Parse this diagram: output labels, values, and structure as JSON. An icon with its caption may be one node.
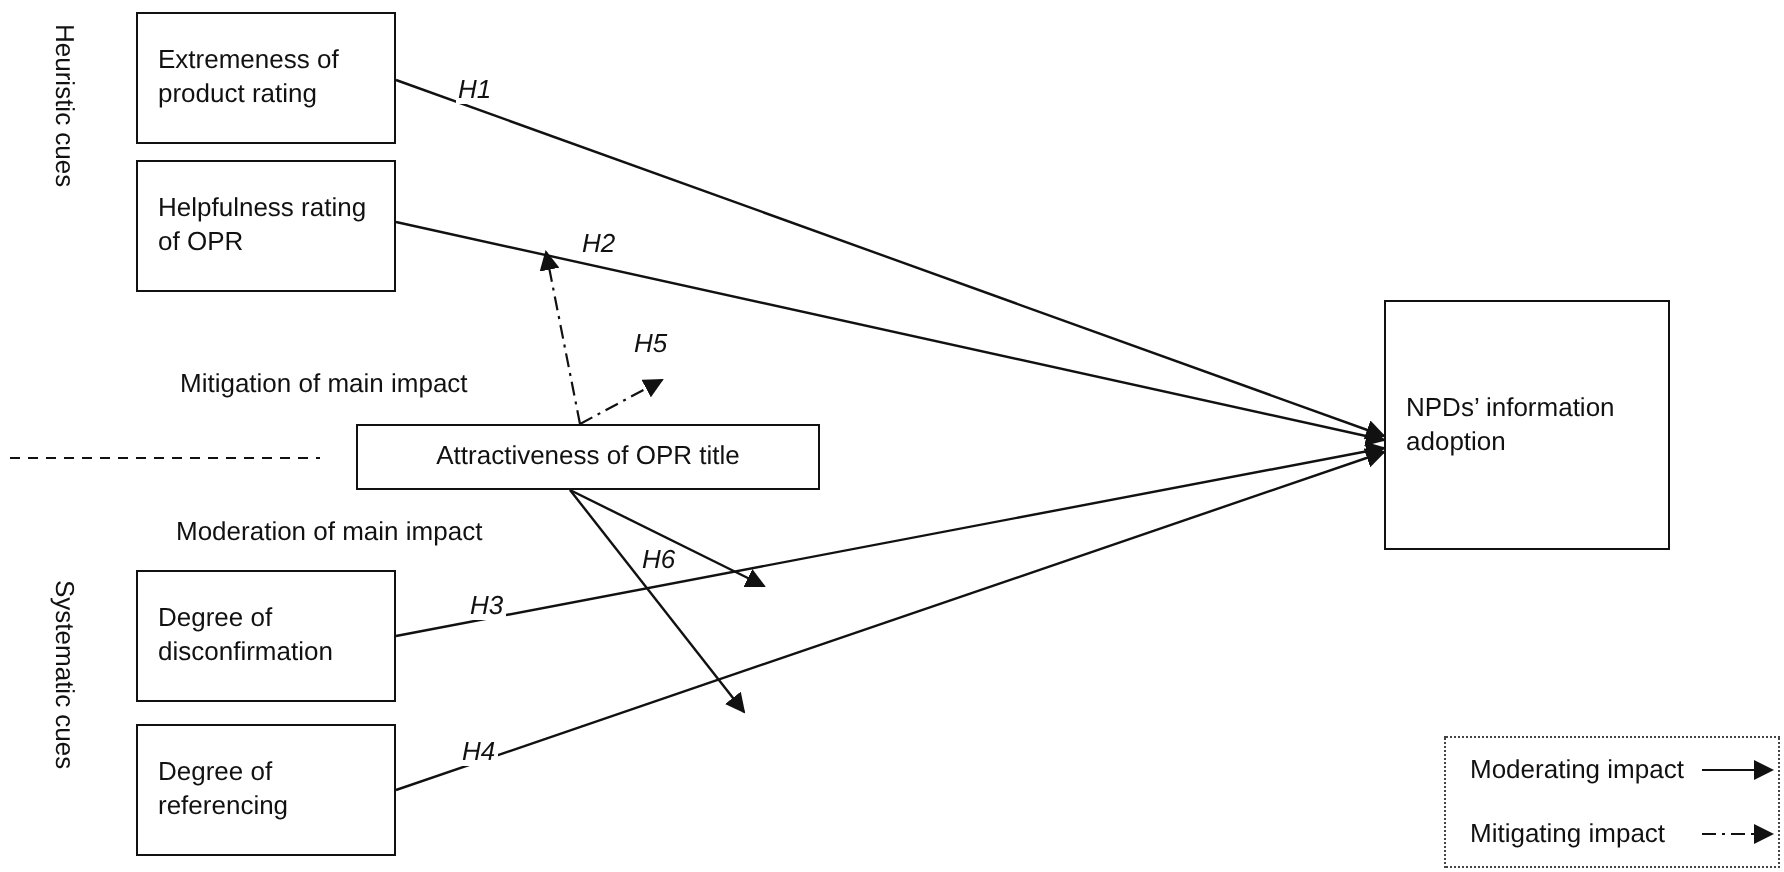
{
  "diagram": {
    "nodes": [
      {
        "text": [
          "Extremeness of product rating"
        ]
      },
      {
        "text": [
          "Helpfulness rating of OPR"
        ]
      },
      {
        "text": [
          "Attractiveness of OPR title"
        ]
      },
      {
        "text": [
          "NPDs’ information adoption"
        ]
      },
      {
        "text": [
          "Degree of disconfirmation"
        ]
      },
      {
        "text": [
          "Degree of referencing"
        ]
      }
    ],
    "edges": [
      {
        "from": 0,
        "to": 3,
        "arrow": "to",
        "label": "H1"
      },
      {
        "from": 1,
        "to": 3,
        "arrow": "to",
        "label": "H2"
      },
      {
        "from": 4,
        "to": 3,
        "arrow": "to",
        "label": "H3"
      },
      {
        "from": 5,
        "to": 3,
        "arrow": "to",
        "label": "H4"
      },
      {
        "from": 2,
        "to": null,
        "arrow": "to",
        "style": "dashed"
      },
      {
        "from": 2,
        "to": null,
        "arrow": "to",
        "style": "dashed",
        "label": "H5"
      },
      {
        "from": 2,
        "to": null,
        "arrow": "to",
        "label": "H6"
      },
      {
        "from": 2,
        "to": null,
        "arrow": "to"
      }
    ],
    "labels": [
      "Heuristic cues",
      "Mitigation of main impact",
      "Moderation of main impact",
      "Systematic cues"
    ],
    "legend": [
      {
        "text": "Moderating impact"
      },
      {
        "text": "Mitigating impact"
      }
    ]
  }
}
